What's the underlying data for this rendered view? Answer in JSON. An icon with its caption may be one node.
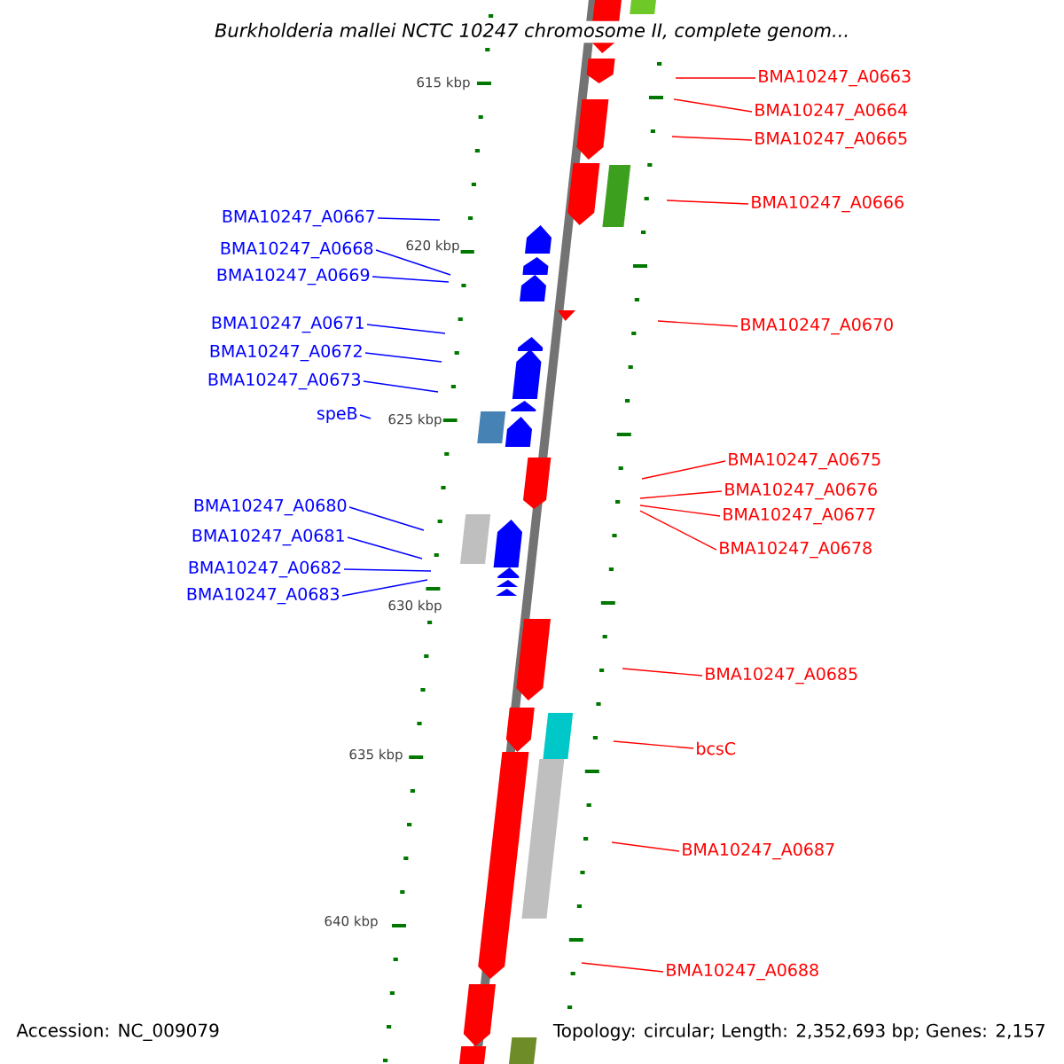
{
  "diagram": {
    "title": "Burkholderia mallei NCTC 10247 chromosome II, complete genom...",
    "nodes": [
      {
        "text": [
          "BMA10247_A0663"
        ]
      },
      {
        "text": [
          "BMA10247_A0664"
        ]
      },
      {
        "text": [
          "BMA10247_A0665"
        ]
      },
      {
        "text": [
          "BMA10247_A0666"
        ]
      },
      {
        "text": [
          "BMA10247_A0667"
        ]
      },
      {
        "text": [
          "BMA10247_A0668"
        ]
      },
      {
        "text": [
          "BMA10247_A0669"
        ]
      },
      {
        "text": [
          "BMA10247_A0671"
        ]
      },
      {
        "text": [
          "BMA10247_A0670"
        ]
      },
      {
        "text": [
          "BMA10247_A0672"
        ]
      },
      {
        "text": [
          "BMA10247_A0673"
        ]
      },
      {
        "text": [
          "speB"
        ]
      },
      {
        "text": [
          "BMA10247_A0675"
        ]
      },
      {
        "text": [
          "BMA10247_A0676"
        ]
      },
      {
        "text": [
          "BMA10247_A0680"
        ]
      },
      {
        "text": [
          "BMA10247_A0677"
        ]
      },
      {
        "text": [
          "BMA10247_A0681"
        ]
      },
      {
        "text": [
          "BMA10247_A0678"
        ]
      },
      {
        "text": [
          "BMA10247_A0682"
        ]
      },
      {
        "text": [
          "BMA10247_A0683"
        ]
      },
      {
        "text": [
          "BMA10247_A0685"
        ]
      },
      {
        "text": [
          "bcsC"
        ]
      },
      {
        "text": [
          "BMA10247_A0687"
        ]
      },
      {
        "text": [
          "BMA10247_A0688"
        ]
      }
    ],
    "edges": [
      {
        "from": 0,
        "to": null,
        "arrow": "none",
        "color": "#ff0000"
      },
      {
        "from": 1,
        "to": null,
        "arrow": "none",
        "color": "#ff0000"
      },
      {
        "from": 2,
        "to": null,
        "arrow": "none",
        "color": "#ff0000"
      },
      {
        "from": 3,
        "to": null,
        "arrow": "none",
        "color": "#ff0000"
      },
      {
        "from": 4,
        "to": null,
        "arrow": "none",
        "color": "#0000ff"
      },
      {
        "from": 5,
        "to": null,
        "arrow": "none",
        "color": "#0000ff"
      },
      {
        "from": 6,
        "to": null,
        "arrow": "none",
        "color": "#0000ff"
      },
      {
        "from": 7,
        "to": null,
        "arrow": "none",
        "color": "#0000ff"
      },
      {
        "from": 8,
        "to": null,
        "arrow": "none",
        "color": "#ff0000"
      },
      {
        "from": 9,
        "to": null,
        "arrow": "none",
        "color": "#0000ff"
      },
      {
        "from": 10,
        "to": null,
        "arrow": "none",
        "color": "#0000ff"
      },
      {
        "from": 11,
        "to": null,
        "arrow": "none",
        "color": "#0000ff"
      },
      {
        "from": 12,
        "to": null,
        "arrow": "none",
        "color": "#ff0000"
      },
      {
        "from": 13,
        "to": null,
        "arrow": "none",
        "color": "#ff0000"
      },
      {
        "from": 14,
        "to": null,
        "arrow": "none",
        "color": "#0000ff"
      },
      {
        "from": 15,
        "to": null,
        "arrow": "none",
        "color": "#ff0000"
      },
      {
        "from": 16,
        "to": null,
        "arrow": "none",
        "color": "#0000ff"
      },
      {
        "from": 17,
        "to": null,
        "arrow": "none",
        "color": "#ff0000"
      },
      {
        "from": 18,
        "to": null,
        "arrow": "none",
        "color": "#0000ff"
      },
      {
        "from": 19,
        "to": null,
        "arrow": "none",
        "color": "#0000ff"
      },
      {
        "from": 20,
        "to": null,
        "arrow": "none",
        "color": "#ff0000"
      },
      {
        "from": 21,
        "to": null,
        "arrow": "none",
        "color": "#ff0000"
      },
      {
        "from": 22,
        "to": null,
        "arrow": "none",
        "color": "#ff0000"
      },
      {
        "from": 23,
        "to": null,
        "arrow": "none",
        "color": "#ff0000"
      }
    ],
    "labels": [
      "615 kbp",
      "620 kbp",
      "625 kbp",
      "630 kbp",
      "635 kbp",
      "640 kbp",
      "Accession: NC_009079",
      "Topology: circular; Length: 2,352,693 bp; Genes: 2,157"
    ]
  }
}
